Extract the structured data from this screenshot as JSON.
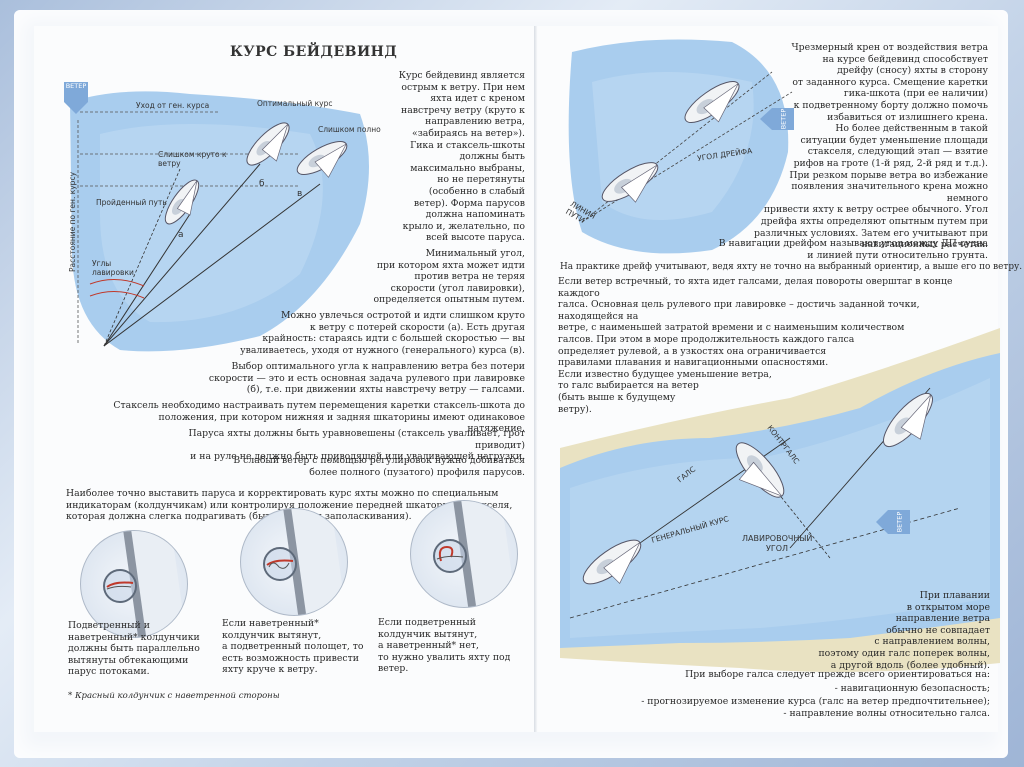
{
  "left": {
    "title": "КУРС БЕЙДЕВИНД",
    "diagram_labels": {
      "wind": "ВЕТЕР",
      "leave_course": "Уход от ген. курса",
      "optimal": "Оптимальный курс",
      "too_full": "Слишком полно",
      "too_steep": "Слишком круто к ветру",
      "path": "Пройденный путь",
      "distance": "Расстояние по ген. курсу",
      "angles": "Углы лавировки",
      "a": "а",
      "b": "б",
      "v": "в"
    },
    "intro": [
      "Курс бейдевинд является",
      "острым к ветру. При нем",
      "яхта идет с креном",
      "навстречу ветру (круто к",
      "направлению ветра,",
      "«забираясь на ветер»).",
      "Гика и стаксель-шкоты",
      "должны быть",
      "максимально выбраны,",
      "но не перетянуты",
      "(особенно в слабый",
      "ветер). Форма парусов",
      "должна напоминать",
      "крыло и, желательно, по",
      "всей высоте паруса."
    ],
    "min_angle": [
      "Минимальный угол,",
      "при котором яхта может идти",
      "против ветра не теряя",
      "скорости (угол лавировки),",
      "определяется опытным путем."
    ],
    "carried": [
      "Можно увлечься остротой и идти слишком круто",
      "к ветру с потерей скорости (а). Есть другая",
      "крайность: стараясь идти с большей скоростью — вы",
      "уваливаетесь, уходя от нужного (генерального) курса (в)."
    ],
    "choice": [
      "Выбор оптимального угла к направлению ветра без потери",
      "скорости — это и есть основная задача рулевого при лавировке",
      "(б), т.е. при движении яхты навстречу ветру — галсами."
    ],
    "staysail": [
      "Стаксель необходимо настраивать путем перемещения каретки стаксель-шкота до",
      "положения, при котором нижняя и задняя шкаторины имеют одинаковое натяжение."
    ],
    "balanced": [
      "Паруса яхты должны быть уравновешены (стаксель уваливает, грот приводит)",
      "и на руле не должно быть приводящей или уваливающей нагрузки."
    ],
    "weak_wind": [
      "В слабый ветер с помощью регулировок нужно добиваться",
      "более полного (пузатого) профиля парусов."
    ],
    "telltales_intro": [
      "Наиболее точно выставить паруса и корректировать курс яхты можно по специальным",
      "индикаторам (колдунчикам) или контролируя положение передней шкаторины стакселя,",
      "которая должна слегка подрагивать (быть на грани заполаскивания)."
    ],
    "caption1": [
      "Подветренный и",
      "наветренный* колдунчики",
      "должны быть параллельно",
      "вытянуты обтекающими",
      "парус потоками."
    ],
    "caption2": [
      "Если наветренный*",
      "колдунчик вытянут,",
      "а подветренный полощет, то",
      "есть возможность привести",
      "яхту круче к ветру."
    ],
    "caption3": [
      "Если подветренный",
      "колдунчик вытянут,",
      "а наветренный* нет,",
      "то нужно увалить яхту под",
      "ветер."
    ],
    "footnote": "* Красный колдунчик с наветренной стороны"
  },
  "right": {
    "diagram1_labels": {
      "drift_angle": "УГОЛ ДРЕЙФА",
      "line_of_path": "ЛИНИЯ ПУТИ",
      "wind": "ВЕТЕР"
    },
    "heel": [
      "Чрезмерный крен от воздействия ветра",
      "на курсе бейдевинд способствует",
      "дрейфу (сносу) яхты в сторону",
      "от заданного курса. Смещение каретки",
      "гика-шкота (при ее наличии)",
      "к подветренному борту должно помочь",
      "избавиться от излишнего крена.",
      "Но более действенным в такой",
      "ситуации будет уменьшение площади",
      "стакселя, следующий этап — взятие",
      "рифов на гроте (1-й ряд, 2-й ряд и т.д.).",
      "При резком порыве ветра во избежание",
      "появления значительного крена можно немного",
      "привести яхту к ветру острее обычного. Угол",
      "дрейфа яхты определяют опытным путем при",
      "различных условиях. Затем его учитывают при",
      "навигационных расчетах."
    ],
    "drift_def": [
      "В навигации дрейфом называют угол между ДП судна",
      "и линией пути относительно грунта."
    ],
    "practice": "На практике дрейф учитывают, ведя яхту не точно на выбранный ориентир, а выше его по ветру.",
    "tacking": [
      "Если ветер встречный, то яхта идет галсами, делая повороты оверштаг в конце каждого",
      "галса. Основная цель рулевого при лавировке – достичь заданной точки, находящейся на",
      "ветре, с наименьшей затратой времени и с наименьшим количеством",
      "галсов. При этом в море продолжительность каждого галса",
      "определяет рулевой, а в узкостях она ограничивается",
      "правилами плавания и навигационными опасностями.",
      "Если известно будущее уменьшение ветра,",
      "то галс выбирается на ветер",
      "(быть выше к будущему",
      "ветру)."
    ],
    "diagram2_labels": {
      "tack": "ГАЛС",
      "countertack": "КОНТРГАЛС",
      "general_course": "ГЕНЕРАЛЬНЫЙ КУРС",
      "tacking_angle": "ЛАВИРОВОЧНЫЙ УГОЛ",
      "wind": "ВЕТЕР"
    },
    "open_sea": [
      "При плавании",
      "в открытом море",
      "направление ветра",
      "обычно не совпадает",
      "с направлением волны,",
      "поэтому один галс поперек волны,",
      "а другой вдоль (более удобный)."
    ],
    "orient": "При выборе галса следует прежде всего ориентироваться на:",
    "bullets": [
      "- навигационную безопасность;",
      "- прогнозируемое изменение курса (галс на ветер предпочтительнее);",
      "- направление волны относительно галса."
    ]
  },
  "colors": {
    "water": "#a9cdee",
    "water_dark": "#7fb3e3",
    "sand": "#e9e2c2",
    "wind_arrow": "#7fa9d9"
  }
}
